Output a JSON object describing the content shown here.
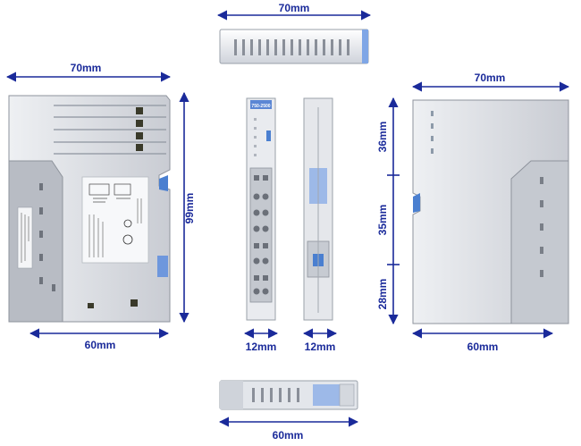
{
  "dimensions": {
    "top_view_width": "70mm",
    "left_side_width": "70mm",
    "left_side_height": "99mm",
    "left_side_depth": "60mm",
    "front_width": "12mm",
    "back_width": "12mm",
    "right_side_width": "70mm",
    "right_side_upper": "36mm",
    "right_side_middle": "35mm",
    "right_side_lower": "28mm",
    "right_side_depth": "60mm",
    "bottom_view_width": "60mm"
  },
  "module": {
    "part_number": "750-2500"
  },
  "colors": {
    "dimension": "#1a2a9a",
    "housing": "#d9dbe0",
    "housing_dark": "#b9bcc4",
    "accent_blue": "#4a7fd0",
    "label_white": "#f4f5f7"
  }
}
